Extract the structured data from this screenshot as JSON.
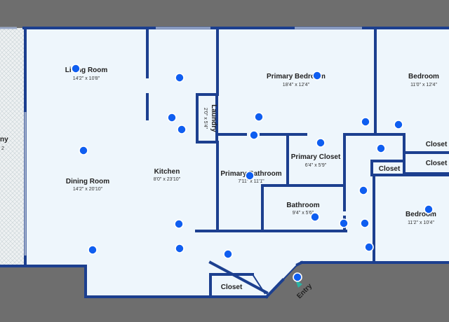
{
  "rooms": {
    "living_room": {
      "label": "Living Room",
      "dims": "14'2\" x 10'8\""
    },
    "dining_room": {
      "label": "Dining Room",
      "dims": "14'2\" x 20'10\""
    },
    "kitchen": {
      "label": "Kitchen",
      "dims": "8'0\" x 23'10\""
    },
    "laundry": {
      "label": "Laundry",
      "dims": "2'0\" x 5'4\""
    },
    "primary_bedroom": {
      "label": "Primary Bedroom",
      "dims": "18'4\" x 12'4\""
    },
    "primary_closet": {
      "label": "Primary Closet",
      "dims": "6'4\" x 5'9\""
    },
    "primary_bathroom": {
      "label": "Primary Bathroom",
      "dims": "7'11\" x 11'1\""
    },
    "bathroom": {
      "label": "Bathroom",
      "dims": "9'4\" x 5'6\""
    },
    "bedroom_1": {
      "label": "Bedroom",
      "dims": "11'0\" x 12'4\""
    },
    "bedroom_2": {
      "label": "Bedroom",
      "dims": "11'2\" x 10'4\""
    },
    "closet_1": {
      "label": "Closet"
    },
    "closet_2": {
      "label": "Closet"
    },
    "closet_3": {
      "label": "Closet"
    },
    "closet_4": {
      "label": "Closet"
    },
    "entry": {
      "label": "Entry"
    },
    "partial_left": {
      "label": "ny",
      "dims": "2"
    }
  },
  "colors": {
    "background": "#6e6e6e",
    "floor": "#eef6fc",
    "wall": "#1c3f8f",
    "pin": "#0f5ef0",
    "entry_marker": "#2bb3a3"
  },
  "photo_pins_count": 24
}
